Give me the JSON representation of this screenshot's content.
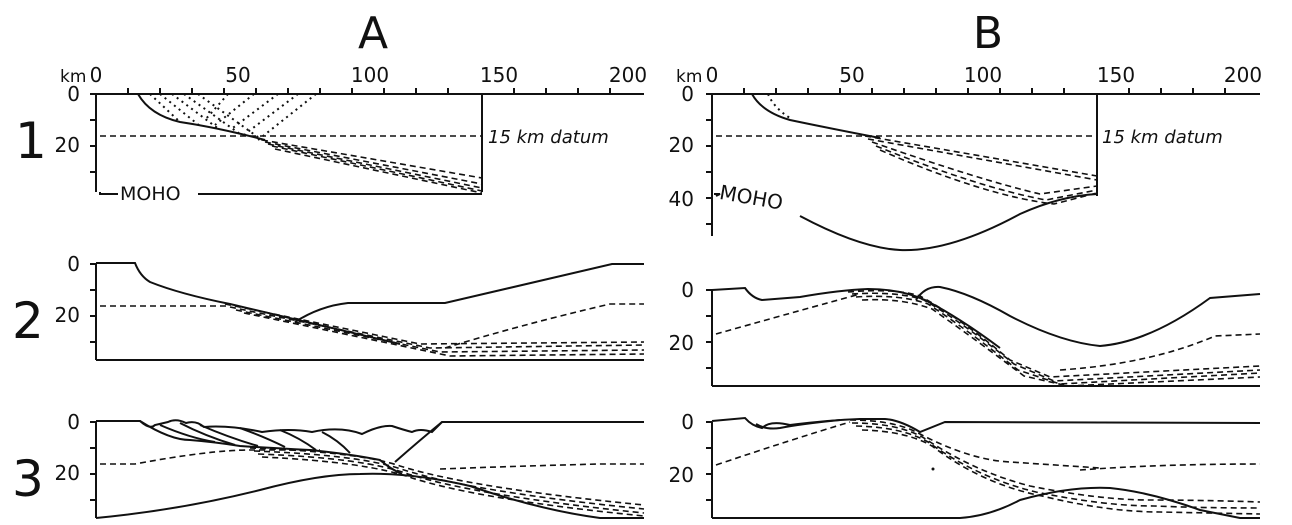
{
  "columns": [
    {
      "id": "A",
      "label": "A"
    },
    {
      "id": "B",
      "label": "B"
    }
  ],
  "rows": [
    {
      "id": "1",
      "label": "1"
    },
    {
      "id": "2",
      "label": "2"
    },
    {
      "id": "3",
      "label": "3"
    }
  ],
  "distance_axis": {
    "unit": "km",
    "ticks": [
      "0",
      "50",
      "100",
      "150",
      "200"
    ]
  },
  "depth_ticks": {
    "A1": [
      "0",
      "20"
    ],
    "B1": [
      "0",
      "20",
      "40"
    ],
    "A2": [
      "0",
      "20"
    ],
    "B2": [
      "0",
      "20"
    ],
    "A3": [
      "0",
      "20"
    ],
    "B3": [
      "0",
      "20"
    ]
  },
  "annotations": {
    "datum_A": "15 km datum",
    "datum_B": "15 km datum",
    "moho_A": "MOHO",
    "moho_B": "MOHO"
  }
}
